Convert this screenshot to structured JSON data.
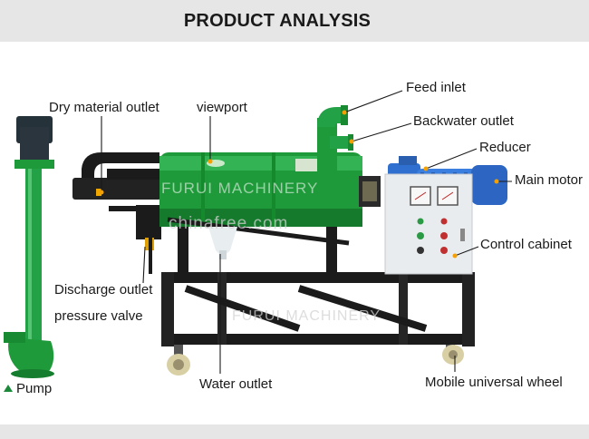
{
  "header": {
    "title": "PRODUCT ANALYSIS"
  },
  "labels": {
    "feed_inlet": "Feed inlet",
    "backwater_outlet": "Backwater outlet",
    "reducer": "Reducer",
    "main_motor": "Main motor",
    "control_cabinet": "Control cabinet",
    "dry_material_outlet": "Dry material outlet",
    "viewport": "viewport",
    "discharge_outlet": "Discharge outlet",
    "pressure_valve": "pressure valve",
    "pump": "Pump",
    "water_outlet": "Water outlet",
    "mobile_universal_wheel": "Mobile universal wheel"
  },
  "watermarks": {
    "main": "chinafree.com",
    "brand_cylinder": "FURUI MACHINERY",
    "brand_frame": "FURUI MACHINERY"
  },
  "colors": {
    "machine_green": "#1f9a3a",
    "frame_black": "#1b1b1b",
    "motor_blue": "#2e6fd0",
    "cabinet_gray": "#e9ecef",
    "label_text": "#1a1a1a",
    "pointer_dot": "#f5a000",
    "header_band": "#e6e6e6"
  }
}
